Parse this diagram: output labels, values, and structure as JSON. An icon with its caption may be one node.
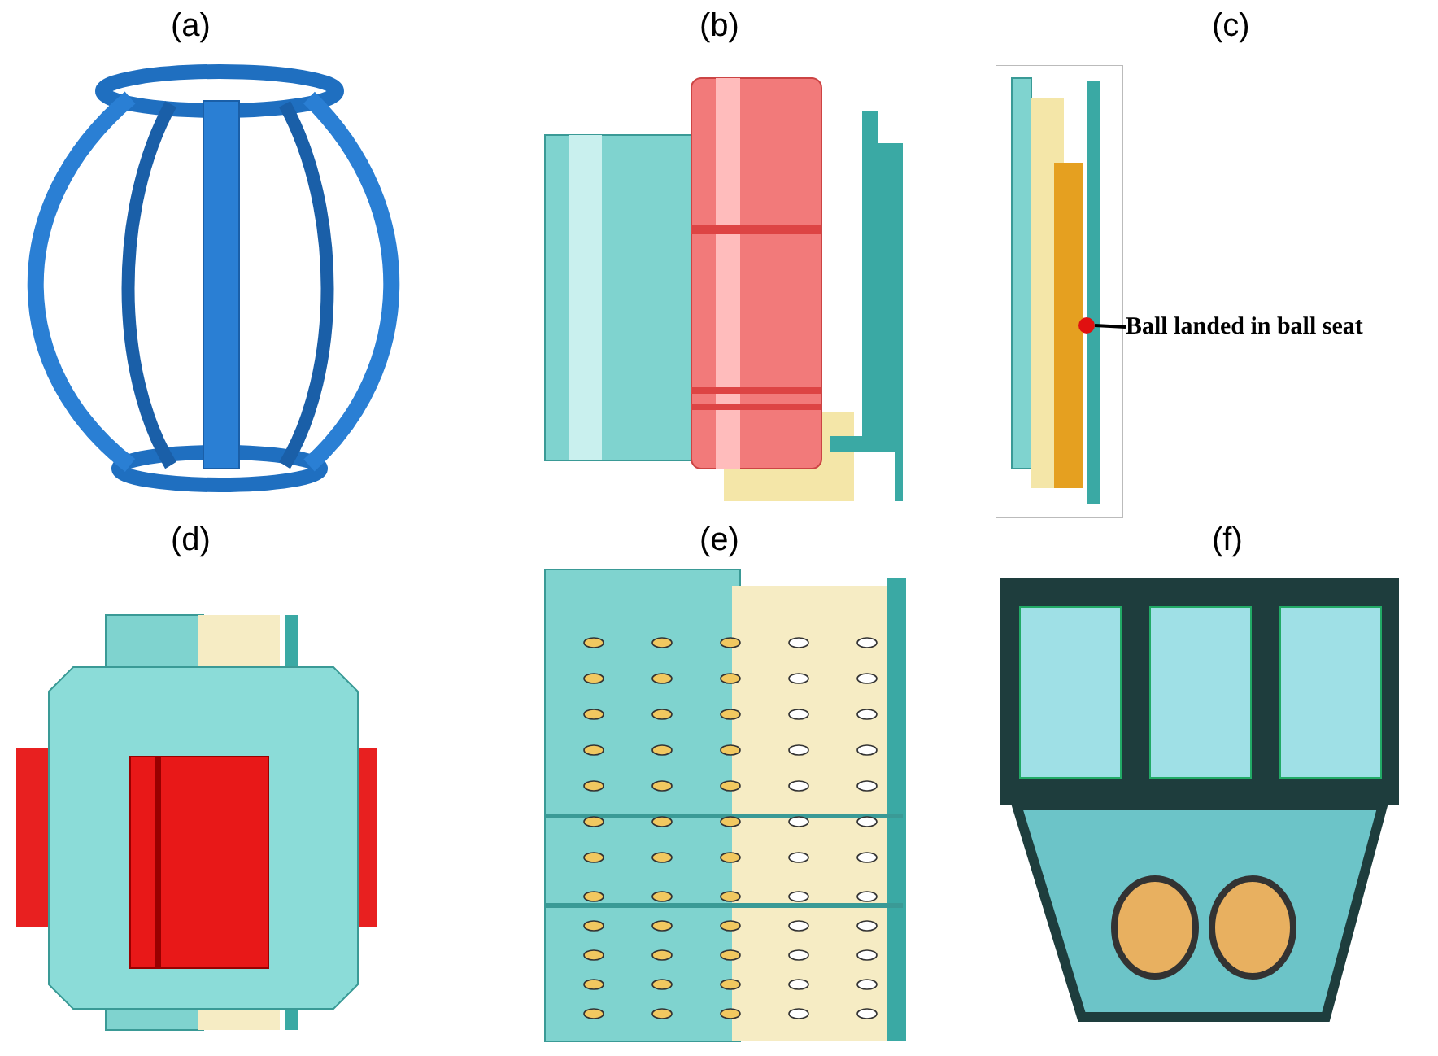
{
  "diagram": {
    "nodes": [
      {
        "text": [
          "Ball landed in ball seat"
        ]
      },
      {
        "text": [],
        "shape": "circle"
      }
    ],
    "edges": [
      {
        "from": 0,
        "to": 1,
        "arrow": "none"
      }
    ],
    "labels": [
      "(a)",
      "(b)",
      "(c)",
      "(d)",
      "(e)",
      "(f)"
    ]
  }
}
